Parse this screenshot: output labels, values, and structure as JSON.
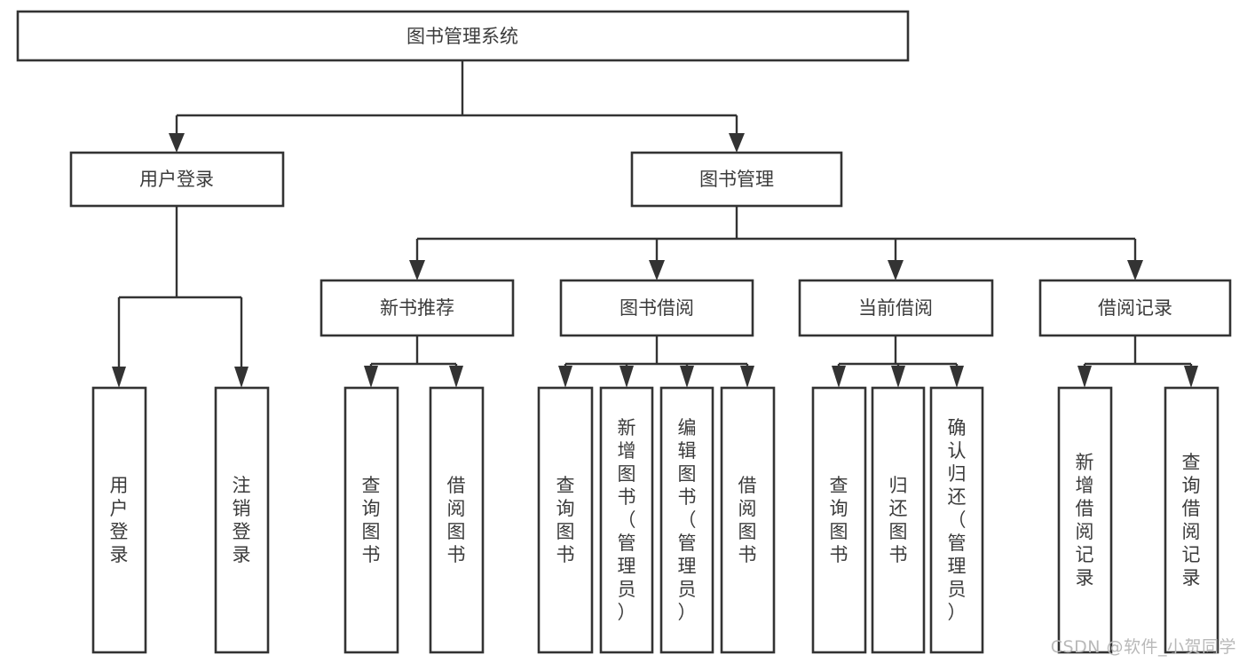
{
  "diagram": {
    "type": "tree",
    "title": "图书管理系统",
    "orientation": "top-down",
    "watermark": "CSDN @软件_小贺同学",
    "colors": {
      "box_stroke": "#333333",
      "box_fill": "#ffffff",
      "connector": "#333333",
      "label_text": "#3b3b3b",
      "watermark_text": "#b9b9b9",
      "background": "#ffffff"
    },
    "root": {
      "id": "root",
      "label": "图书管理系统"
    },
    "level1": [
      {
        "id": "user-login",
        "label": "用户登录"
      },
      {
        "id": "book-management",
        "label": "图书管理"
      }
    ],
    "level2": [
      {
        "id": "new-book-recommend",
        "label": "新书推荐",
        "parent": "book-management"
      },
      {
        "id": "book-borrow",
        "label": "图书借阅",
        "parent": "book-management"
      },
      {
        "id": "current-borrow",
        "label": "当前借阅",
        "parent": "book-management"
      },
      {
        "id": "borrow-record",
        "label": "借阅记录",
        "parent": "book-management"
      }
    ],
    "leaves": {
      "user-login": [
        {
          "id": "leaf-user-login",
          "label": "用户登录"
        },
        {
          "id": "leaf-user-logout",
          "label": "注销登录"
        }
      ],
      "new-book-recommend": [
        {
          "id": "leaf-query-book-1",
          "label": "查询图书"
        },
        {
          "id": "leaf-borrow-book-1",
          "label": "借阅图书"
        }
      ],
      "book-borrow": [
        {
          "id": "leaf-query-book-2",
          "label": "查询图书"
        },
        {
          "id": "leaf-add-book",
          "label": "新增图书（管理员）"
        },
        {
          "id": "leaf-edit-book",
          "label": "编辑图书（管理员）"
        },
        {
          "id": "leaf-borrow-book-2",
          "label": "借阅图书"
        }
      ],
      "current-borrow": [
        {
          "id": "leaf-query-book-3",
          "label": "查询图书"
        },
        {
          "id": "leaf-return-book",
          "label": "归还图书"
        },
        {
          "id": "leaf-confirm-return",
          "label": "确认归还（管理员）"
        }
      ],
      "borrow-record": [
        {
          "id": "leaf-add-record",
          "label": "新增借阅记录"
        },
        {
          "id": "leaf-query-record",
          "label": "查询借阅记录"
        }
      ]
    }
  }
}
